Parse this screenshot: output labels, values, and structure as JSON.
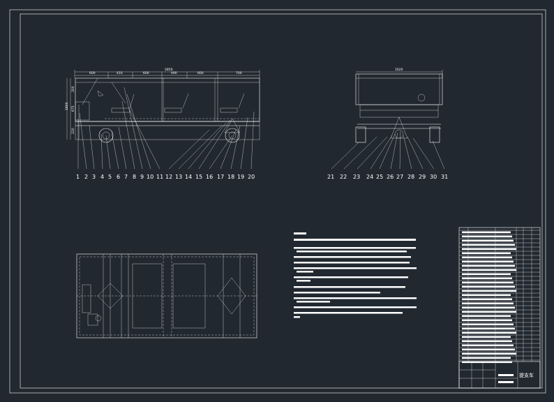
{
  "drawing": {
    "side_view": {
      "dim_top": [
        "2850",
        "600",
        "410",
        "600",
        "490",
        "600",
        "700"
      ],
      "dim_left": [
        "1800",
        "200",
        "675",
        "220"
      ],
      "balloons": [
        "1",
        "2",
        "3",
        "4",
        "5",
        "6",
        "7",
        "8",
        "9",
        "10",
        "11",
        "12",
        "13",
        "14",
        "15",
        "16",
        "17",
        "18",
        "19",
        "20"
      ]
    },
    "end_view": {
      "dim_top": "1620",
      "balloons": [
        "21",
        "22",
        "23",
        "24",
        "25",
        "26",
        "27",
        "28",
        "29",
        "30",
        "31"
      ]
    },
    "title_block": {
      "name": "提支车"
    }
  }
}
